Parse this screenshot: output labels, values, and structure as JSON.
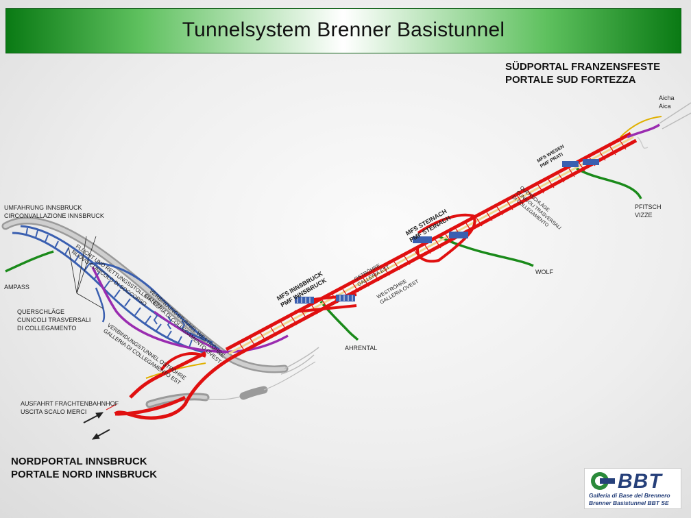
{
  "title": "Tunnelsystem Brenner Basistunnel",
  "south_portal": {
    "line1": "SÜDPORTAL FRANZENSFESTE",
    "line2": "PORTALE SUD FORTEZZA"
  },
  "north_portal": {
    "line1": "NORDPORTAL INNSBRUCK",
    "line2": "PORTALE NORD INNSBRUCK"
  },
  "labels": {
    "aicha_de": "Aicha",
    "aicha_it": "Aica",
    "pfitsch_de": "PFITSCH",
    "pfitsch_it": "VIZZE",
    "wolf": "WOLF",
    "ahrental": "AHRENTAL",
    "ampass": "AMPASS",
    "umfahrung_de": "UMFAHRUNG INNSBRUCK",
    "umfahrung_it": "CIRCONVALLAZIONE INNSBRUCK",
    "quer_de": "QUERSCHLÄGE",
    "quer_it1": "CUNICOLI TRASVERSALI",
    "quer_it2": "DI COLLEGAMENTO",
    "ausfahrt_de": "AUSFAHRT FRACHTENBAHNHOF",
    "ausfahrt_it": "USCITA SCALO MERCI",
    "flucht_de": "FLUCHT UND RETTUNGSSTOLLEN NEU",
    "flucht_it": "NUOVO CUNICOLO DI SOCCORSO",
    "verb_west_de": "VERBINDUNGSTUNNEL WESTRÖHRE",
    "verb_west_it": "GALLERIA DI COLLEGAMENTO OVEST",
    "verb_ost_de": "VERBINDUNGSTUNNEL OSTRÖHRE",
    "verb_ost_it": "GALLERIA DI COLLEGAMENTO EST",
    "mfs_innsbruck_de": "MFS INNSBRUCK",
    "mfs_innsbruck_it": "PMF INNSBRUCK",
    "mfs_steinach_de": "MFS STEINACH",
    "mfs_steinach_it": "PMF STEINACH",
    "mfs_wiesen_de": "MFS WIESEN",
    "mfs_wiesen_it": "PMF PRATI",
    "ostrohre_de": "OSTRÖHRE",
    "ostrohre_it": "GALLERIA EST",
    "westrohre_de": "WESTRÖHRE",
    "westrohre_it": "GALLERIA OVEST",
    "quer2_de": "QUERSCHLÄGE",
    "quer2_it1": "CUNICOLI TRASVERSALI",
    "quer2_it2": "DI COLLEGAMENTO"
  },
  "logo": {
    "brand": "BBT",
    "line1": "Galleria di Base del Brennero",
    "line2": "Brenner Basistunnel  BBT SE"
  },
  "colors": {
    "main_tube": "#e01010",
    "exploratory_tunnel": "#f0d890",
    "bypass_tube": "#a8a8a8",
    "connecting_tunnel": "#3a5fb0",
    "escape_tunnel": "#9a2cb0",
    "access_tunnel": "#1a8a1a",
    "access_yellow": "#e0b000",
    "title_green": "#0a7a14",
    "logo_blue": "#26407a"
  }
}
